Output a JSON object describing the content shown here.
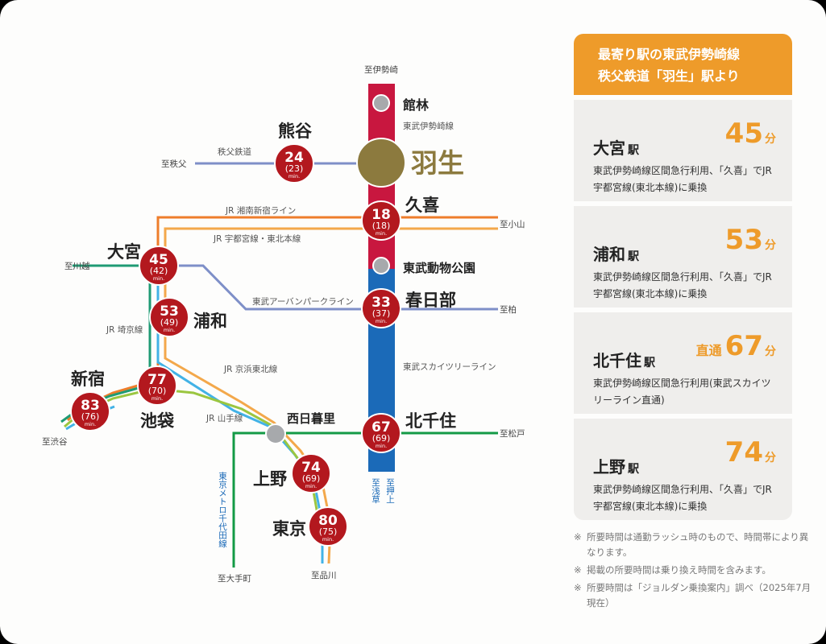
{
  "map": {
    "hanyu": "羽生",
    "directions": {
      "isesaki": "至伊勢崎",
      "chichibu": "至秩父",
      "oyama": "至小山",
      "kawagoe": "至川越",
      "kasukabe_kashiwa": "至柏",
      "matsudo": "至松戸",
      "shibuya": "至渋谷",
      "otemachi": "至大手町",
      "shinagawa": "至品川",
      "oshiage": "至押上",
      "asakusa": "至浅草"
    },
    "lines": {
      "tobu_isesaki": "東武伊勢崎線",
      "chichibu_railway": "秩父鉄道",
      "shonan_shinjuku": "JR 湘南新宿ライン",
      "utsunomiya": "JR 宇都宮線・東北本線",
      "urban_park": "東武アーバンパークライン",
      "saikyo": "JR 埼京線",
      "keihin_tohoku": "JR 京浜東北線",
      "yamanote": "JR 山手線",
      "skytree": "東武スカイツリーライン",
      "chiyoda": "東京メトロ千代田線"
    },
    "stations": {
      "tatebayashi": "館林",
      "kumagaya": "熊谷",
      "kuki": "久喜",
      "tobu_dobutsu_koen": "東武動物公園",
      "omiya": "大宮",
      "kasukabe": "春日部",
      "urawa": "浦和",
      "shinjuku": "新宿",
      "ikebukuro": "池袋",
      "nishi_nippori": "西日暮里",
      "kitasenju": "北千住",
      "ueno": "上野",
      "tokyo": "東京"
    },
    "times": {
      "kumagaya": {
        "main": "24",
        "alt": "(23)",
        "unit": "min."
      },
      "kuki": {
        "main": "18",
        "alt": "(18)",
        "unit": "min."
      },
      "omiya": {
        "main": "45",
        "alt": "(42)",
        "unit": "min."
      },
      "kasukabe": {
        "main": "33",
        "alt": "(37)",
        "unit": "min."
      },
      "urawa": {
        "main": "53",
        "alt": "(49)",
        "unit": "min."
      },
      "ikebukuro": {
        "main": "77",
        "alt": "(70)",
        "unit": "min."
      },
      "shinjuku": {
        "main": "83",
        "alt": "(76)",
        "unit": "min."
      },
      "kitasenju": {
        "main": "67",
        "alt": "(69)",
        "unit": "min."
      },
      "ueno": {
        "main": "74",
        "alt": "(69)",
        "unit": "min."
      },
      "tokyo": {
        "main": "80",
        "alt": "(75)",
        "unit": "min."
      }
    },
    "colors": {
      "tobu_isesaki": "#c8173f",
      "skytree": "#1b6ab8",
      "time_circle": "#b3181e",
      "hanyu_circle": "#8c7a3e",
      "orange_line": "#ee7d2b",
      "light_orange_line": "#f3a84b",
      "green_line": "#1f9b74",
      "blue_line": "#7e8fc8",
      "light_blue_line": "#42b2e6",
      "yamanote": "#9bc640",
      "chiyoda": "#139a46"
    }
  },
  "panel": {
    "title_line1": "最寄り駅の東武伊勢崎線",
    "title_line2": "秩父鉄道「羽生」駅より",
    "cards": [
      {
        "station": "大宮",
        "eki": "駅",
        "tag": "",
        "minutes": "45",
        "unit": "分",
        "desc": "東武伊勢崎線区間急行利用、「久喜」でJR宇都宮線(東北本線)に乗換"
      },
      {
        "station": "浦和",
        "eki": "駅",
        "tag": "",
        "minutes": "53",
        "unit": "分",
        "desc": "東武伊勢崎線区間急行利用、「久喜」でJR宇都宮線(東北本線)に乗換"
      },
      {
        "station": "北千住",
        "eki": "駅",
        "tag": "直通",
        "minutes": "67",
        "unit": "分",
        "desc": "東武伊勢崎線区間急行利用(東武スカイツリーライン直通)"
      },
      {
        "station": "上野",
        "eki": "駅",
        "tag": "",
        "minutes": "74",
        "unit": "分",
        "desc": "東武伊勢崎線区間急行利用、「久喜」でJR宇都宮線(東北本線)に乗換"
      }
    ]
  },
  "notes": {
    "mark": "※",
    "items": [
      "所要時間は通勤ラッシュ時のもので、時間帯により異なります。",
      "掲載の所要時間は乗り換え時間を含みます。",
      "所要時間は「ジョルダン乗換案内」調べ（2025年7月現在）"
    ]
  }
}
